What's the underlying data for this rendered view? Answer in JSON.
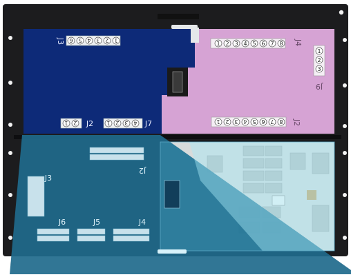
{
  "labels": {
    "j3_top": "J3",
    "j4": "J4",
    "j9": "J9",
    "j2_left": "J2",
    "j7": "J7",
    "j2_right": "J2",
    "j2_lower": "J2",
    "j3_lower": "J3",
    "j6": "J6",
    "j5": "J5",
    "j4_lower": "J4"
  },
  "pins": {
    "j3_top": [
      "6",
      "5",
      "4",
      "3",
      "2",
      "1"
    ],
    "j4": [
      "1",
      "2",
      "3",
      "4",
      "5",
      "6",
      "7",
      "8"
    ],
    "j9": [
      "1",
      "2",
      "3"
    ],
    "j2_left": [
      "1",
      "2"
    ],
    "j7": [
      "1",
      "2",
      "3",
      "4"
    ],
    "j2_right": [
      "1",
      "2",
      "3",
      "4",
      "5",
      "6",
      "7",
      "8"
    ]
  },
  "colors": {
    "frame": "#1a1a1c",
    "navy_board": "#0d2a78",
    "pink_board": "#d4a2d2",
    "grey_board": "#d6d9d8",
    "teal_overlay": "#1f6a8c",
    "highlight_cyan": "#9fe6f6"
  }
}
